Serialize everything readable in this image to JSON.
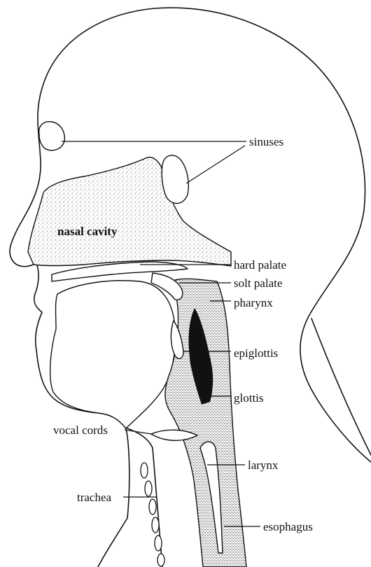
{
  "diagram": {
    "labels": {
      "sinuses": "sinuses",
      "nasal_cavity": "nasal cavity",
      "hard_palate": "hard palate",
      "soft_palate": "solt palate",
      "pharynx": "pharynx",
      "epiglottis": "epiglottis",
      "glottis": "glottis",
      "vocal_cords": "vocal cords",
      "larynx": "larynx",
      "trachea": "trachea",
      "esophagus": "esophagus"
    }
  }
}
